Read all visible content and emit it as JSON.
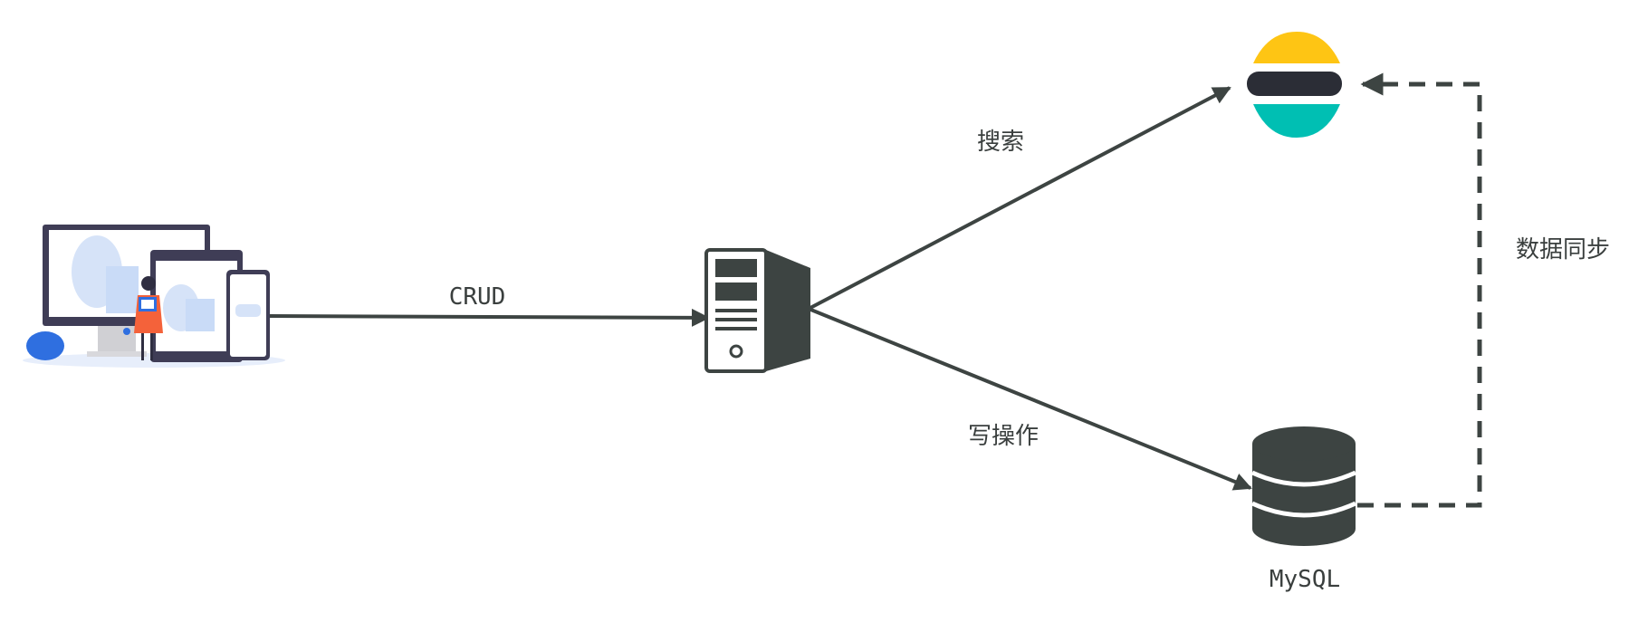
{
  "diagram": {
    "labels": {
      "crud": "CRUD",
      "search": "搜索",
      "write": "写操作",
      "sync": "数据同步",
      "mysql": "MySQL"
    },
    "nodes": [
      "client-devices",
      "application-server",
      "elasticsearch",
      "mysql-database"
    ],
    "edges": [
      {
        "from": "client-devices",
        "to": "application-server",
        "label": "CRUD",
        "style": "solid"
      },
      {
        "from": "application-server",
        "to": "elasticsearch",
        "label": "搜索",
        "style": "solid"
      },
      {
        "from": "application-server",
        "to": "mysql-database",
        "label": "写操作",
        "style": "solid"
      },
      {
        "from": "mysql-database",
        "to": "elasticsearch",
        "label": "数据同步",
        "style": "dashed"
      }
    ],
    "colors": {
      "line": "#3d4442",
      "es_yellow": "#fec514",
      "es_dark": "#2b2d36",
      "es_teal": "#00bfb3",
      "device_frame": "#3f3d56",
      "device_accent": "#c9dbf7",
      "person": "#f4623a",
      "blue": "#2f6fe0"
    }
  }
}
